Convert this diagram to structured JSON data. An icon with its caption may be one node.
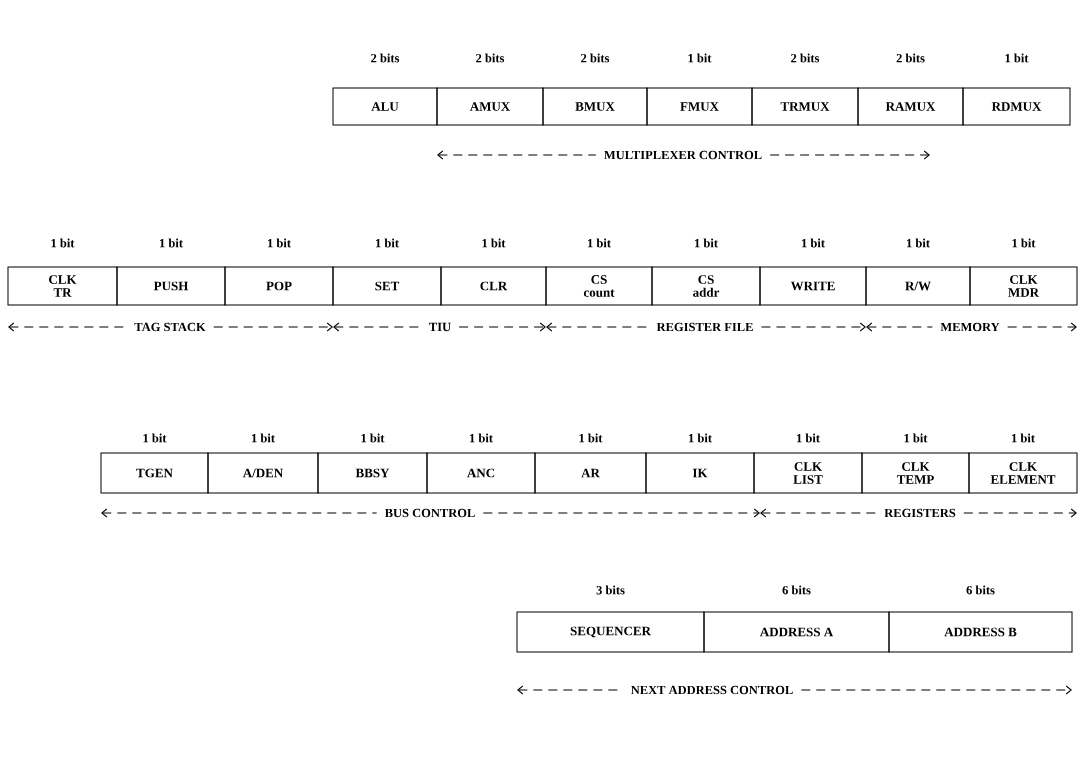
{
  "diagram": {
    "nodes": [
      {
        "text": [
          "ALU"
        ],
        "beside": [
          "2 bits"
        ]
      },
      {
        "text": [
          "AMUX"
        ],
        "beside": [
          "2 bits"
        ]
      },
      {
        "text": [
          "BMUX"
        ],
        "beside": [
          "2 bits"
        ]
      },
      {
        "text": [
          "FMUX"
        ],
        "beside": [
          "1 bit"
        ]
      },
      {
        "text": [
          "TRMUX"
        ],
        "beside": [
          "2 bits"
        ]
      },
      {
        "text": [
          "RAMUX"
        ],
        "beside": [
          "2 bits"
        ]
      },
      {
        "text": [
          "RDMUX"
        ],
        "beside": [
          "1 bit"
        ]
      },
      {
        "text": [
          "CLK TR"
        ],
        "beside": [
          "1 bit"
        ]
      },
      {
        "text": [
          "PUSH"
        ],
        "beside": [
          "1 bit"
        ]
      },
      {
        "text": [
          "POP"
        ],
        "beside": [
          "1 bit"
        ]
      },
      {
        "text": [
          "SET"
        ],
        "beside": [
          "1 bit"
        ]
      },
      {
        "text": [
          "CLR"
        ],
        "beside": [
          "1 bit"
        ]
      },
      {
        "text": [
          "CS count"
        ],
        "beside": [
          "1 bit"
        ]
      },
      {
        "text": [
          "CS addr"
        ],
        "beside": [
          "1 bit"
        ]
      },
      {
        "text": [
          "WRITE"
        ],
        "beside": [
          "1 bit"
        ]
      },
      {
        "text": [
          "R/W"
        ],
        "beside": [
          "1 bit"
        ]
      },
      {
        "text": [
          "CLK MDR"
        ],
        "beside": [
          "1 bit"
        ]
      },
      {
        "text": [
          "TGEN"
        ],
        "beside": [
          "1 bit"
        ]
      },
      {
        "text": [
          "A/DEN"
        ],
        "beside": [
          "1 bit"
        ]
      },
      {
        "text": [
          "BBSY"
        ],
        "beside": [
          "1 bit"
        ]
      },
      {
        "text": [
          "ANC"
        ],
        "beside": [
          "1 bit"
        ]
      },
      {
        "text": [
          "AR"
        ],
        "beside": [
          "1 bit"
        ]
      },
      {
        "text": [
          "IK"
        ],
        "beside": [
          "1 bit"
        ]
      },
      {
        "text": [
          "CLK LIST"
        ],
        "beside": [
          "1 bit"
        ]
      },
      {
        "text": [
          "CLK TEMP"
        ],
        "beside": [
          "1 bit"
        ]
      },
      {
        "text": [
          "CLK ELEMENT"
        ],
        "beside": [
          "1 bit"
        ]
      },
      {
        "text": [
          "SEQUENCER"
        ],
        "beside": [
          "3 bits"
        ]
      },
      {
        "text": [
          "ADDRESS A"
        ],
        "beside": [
          "6 bits"
        ]
      },
      {
        "text": [
          "ADDRESS B"
        ],
        "beside": [
          "6 bits"
        ]
      }
    ],
    "labels": [
      "MULTIPLEXER CONTROL",
      "TAG STACK",
      "TIU",
      "REGISTER FILE",
      "MEMORY",
      "BUS CONTROL",
      "REGISTERS",
      "NEXT ADDRESS CONTROL"
    ]
  }
}
